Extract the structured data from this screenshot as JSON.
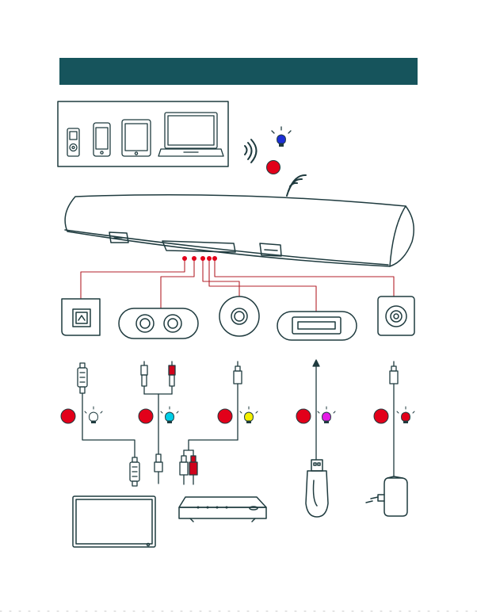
{
  "header": {
    "title": ""
  },
  "colors": {
    "header_bg": "#16545c",
    "ink": "#1f3b3f",
    "wire": "#b3222b",
    "dot_red": "#e2001a",
    "bluetooth_led": "#1d2fd6",
    "led_white": "#ffffff",
    "led_cyan": "#00cfe8",
    "led_yellow": "#f5f000",
    "led_magenta": "#e51ce5",
    "led_red": "#e2001a",
    "plug_red": "#d0021b"
  },
  "source_devices": [
    "ipod-icon",
    "smartphone-icon",
    "tablet-icon",
    "laptop-icon"
  ],
  "bluetooth": {
    "wave_icon": "wireless-waves-icon",
    "led_color": "blue"
  },
  "ports": [
    {
      "id": "optical",
      "icon": "optical-port-icon"
    },
    {
      "id": "rca",
      "icon": "rca-port-icon"
    },
    {
      "id": "aux",
      "icon": "aux-jack-port-icon"
    },
    {
      "id": "usb",
      "icon": "usb-port-icon"
    },
    {
      "id": "dc",
      "icon": "dc-power-port-icon"
    }
  ],
  "inputs": [
    {
      "id": "optical",
      "cable": "optical-cable-icon",
      "led": "white",
      "device": "tv-icon"
    },
    {
      "id": "rca",
      "cable": "rca-to-optical-cable-icon",
      "led": "cyan",
      "device": "tv-icon"
    },
    {
      "id": "aux",
      "cable": "aux-to-rca-cable-icon",
      "led": "yellow",
      "device": "set-top-box-icon"
    },
    {
      "id": "usb",
      "cable": "usb-arrow-icon",
      "led": "magenta",
      "device": "usb-stick-icon"
    },
    {
      "id": "dc",
      "cable": "dc-cable-icon",
      "led": "red",
      "device": "power-adapter-icon"
    }
  ]
}
